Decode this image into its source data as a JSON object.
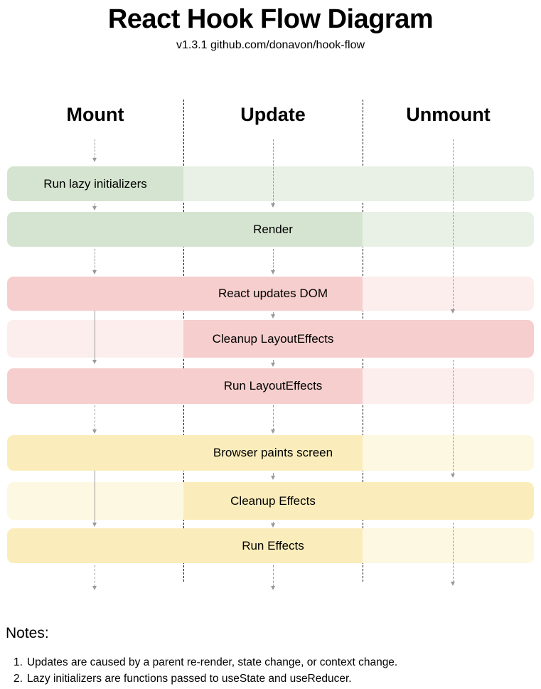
{
  "page": {
    "title": "React Hook Flow Diagram",
    "subtitle": "v1.3.1 github.com/donavon/hook-flow"
  },
  "columns": [
    {
      "id": "mount",
      "label": "Mount"
    },
    {
      "id": "update",
      "label": "Update"
    },
    {
      "id": "unmount",
      "label": "Unmount"
    }
  ],
  "rows": [
    {
      "label": "Run lazy initializers",
      "group": "green",
      "active_columns": [
        "mount"
      ],
      "label_column": "mount"
    },
    {
      "label": "Render",
      "group": "green",
      "active_columns": [
        "mount",
        "update"
      ],
      "label_column": "update"
    },
    {
      "label": "React updates DOM",
      "group": "red",
      "active_columns": [
        "mount",
        "update"
      ],
      "label_column": "update"
    },
    {
      "label": "Cleanup LayoutEffects",
      "group": "red",
      "active_columns": [
        "update",
        "unmount"
      ],
      "label_column": "update"
    },
    {
      "label": "Run LayoutEffects",
      "group": "red",
      "active_columns": [
        "mount",
        "update"
      ],
      "label_column": "update"
    },
    {
      "label": "Browser paints screen",
      "group": "yellow",
      "active_columns": [
        "mount",
        "update"
      ],
      "label_column": "update"
    },
    {
      "label": "Cleanup Effects",
      "group": "yellow",
      "active_columns": [
        "update",
        "unmount"
      ],
      "label_column": "update"
    },
    {
      "label": "Run Effects",
      "group": "yellow",
      "active_columns": [
        "mount",
        "update"
      ],
      "label_column": "update"
    }
  ],
  "notes": {
    "heading": "Notes:",
    "items": [
      {
        "number": "1.",
        "text": "Updates are caused by a parent re-render, state change, or context change."
      },
      {
        "number": "2.",
        "text": "Lazy initializers are functions passed to useState and useReducer."
      }
    ]
  },
  "colors": {
    "green-dark": "#d5e4d0",
    "green-light": "#e9f1e6",
    "red-dark": "#f5cecd",
    "red-light": "#fceeed",
    "yellow-dark": "#fbedbb",
    "yellow-light": "#fdf8e2",
    "arrow": "#999999",
    "separator": "#111111",
    "text": "#000000"
  }
}
